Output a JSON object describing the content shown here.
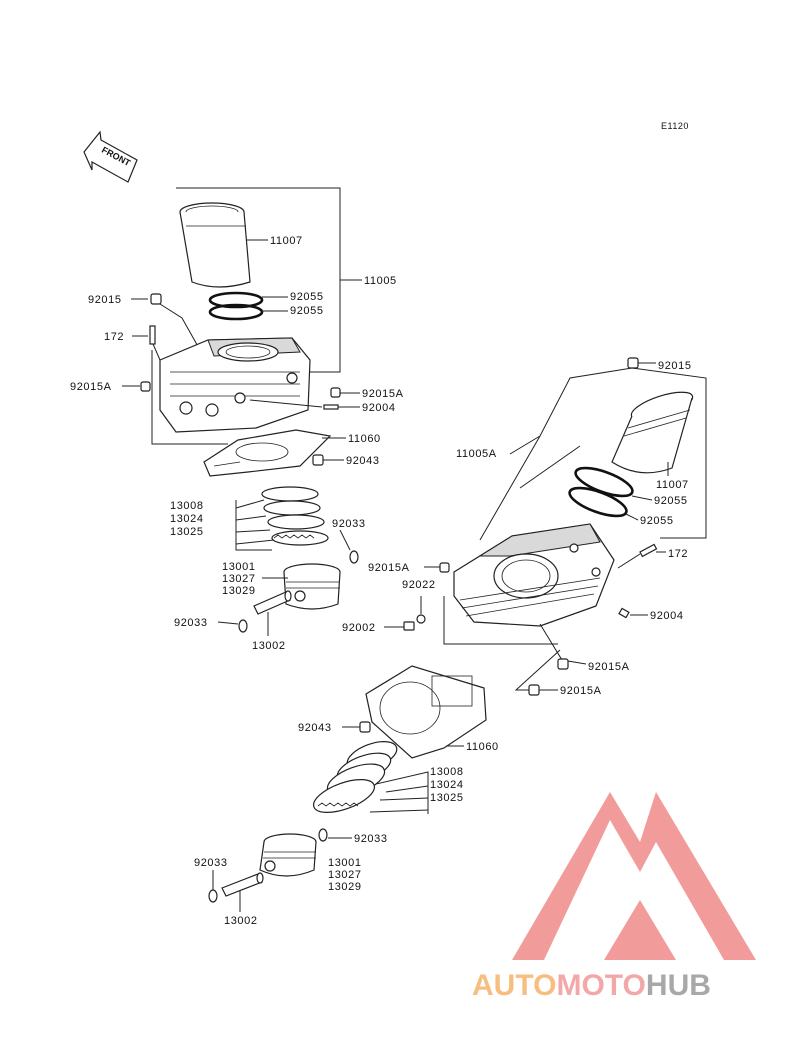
{
  "diagram": {
    "code": "E1120",
    "front_label": "FRONT",
    "callouts": {
      "rear_liner": "11007",
      "rear_cylinder_assy": "11005",
      "rear_oring_a": "92055",
      "rear_oring_b": "92055",
      "rear_plug_top": "92015",
      "rear_stud": "172",
      "rear_plug_left": "92015A",
      "rear_plug_right": "92015A",
      "rear_pin": "92004",
      "rear_gasket": "11060",
      "rear_dowel": "92043",
      "rear_rings_a": "13008",
      "rear_rings_b": "13024",
      "rear_rings_c": "13025",
      "rear_clip_right": "92033",
      "rear_piston_a": "13001",
      "rear_piston_b": "13027",
      "rear_piston_c": "13029",
      "rear_clip_left": "92033",
      "rear_wrist_pin": "13002",
      "front_plug_top": "92015",
      "front_cylinder_assy": "11005A",
      "front_liner": "11007",
      "front_oring_a": "92055",
      "front_oring_b": "92055",
      "front_stud": "172",
      "front_plug_left": "92015A",
      "front_washer": "92022",
      "front_bolt": "92002",
      "front_pin": "92004",
      "front_plug_low_a": "92015A",
      "front_plug_low_b": "92015A",
      "front_dowel": "92043",
      "front_gasket": "11060",
      "front_rings_a": "13008",
      "front_rings_b": "13024",
      "front_rings_c": "13025",
      "front_clip_right": "92033",
      "front_clip_left": "92033",
      "front_piston_a": "13001",
      "front_piston_b": "13027",
      "front_piston_c": "13029",
      "front_wrist_pin": "13002"
    }
  },
  "watermark": {
    "part1": "AUTO",
    "part2": "MOTO",
    "part3": "HUB",
    "color_triangle": "#f08a8a",
    "color_auto": "#f6b36a",
    "color_moto": "#f29a9a",
    "color_hub": "#9a9a9a"
  }
}
